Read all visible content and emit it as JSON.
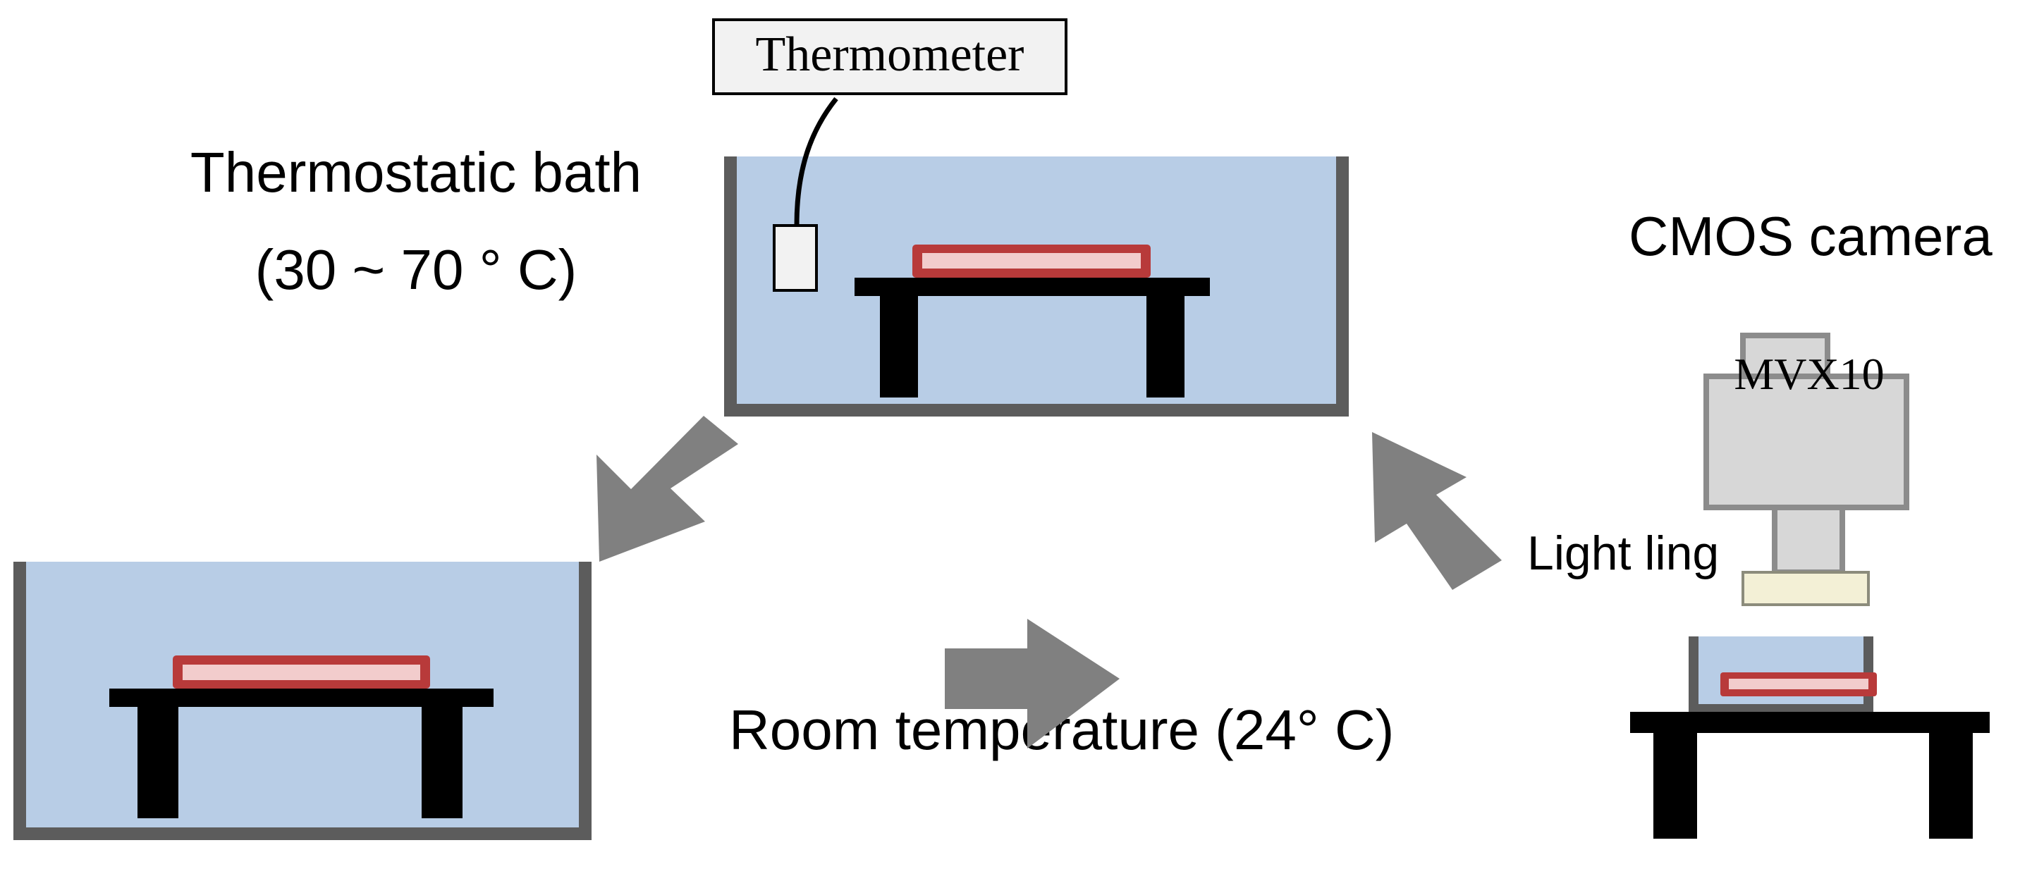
{
  "labels": {
    "thermometer": "Thermometer",
    "bath_title": "Thermostatic bath",
    "bath_range": "(30 ~ 70 ° C)",
    "camera": "CMOS camera",
    "camera_model": "MVX10",
    "light": "Light ling",
    "room": "Room temperature (24° C)"
  },
  "colors": {
    "water": "#b8cde6",
    "wall": "#5c5c5c",
    "table": "#000000",
    "sample_fill": "#b83a3a",
    "sample_inner": "#f2cccc",
    "arrow": "#808080",
    "camera_body": "#d7d7d7",
    "camera_edge": "#8c8c8c",
    "light_ring": "#f3f0d6",
    "label_box": "#f2f2f2"
  },
  "icons": [
    "thermometer-probe-icon",
    "cmos-camera-icon",
    "light-ring-icon"
  ]
}
